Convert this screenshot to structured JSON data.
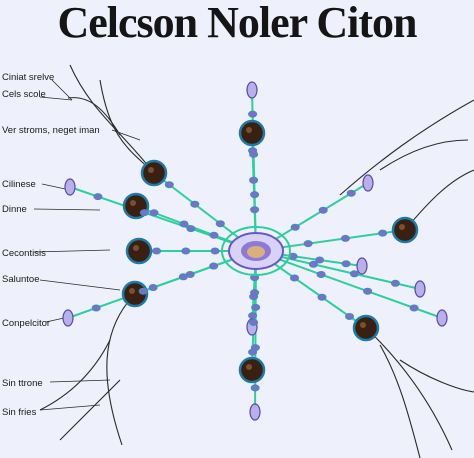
{
  "title": "Celcson Noler Citon",
  "colors": {
    "background": "#eef0fb",
    "connector": "#2ecf9c",
    "branch": "#2a2a2a",
    "node_fill": "#3a2010",
    "node_ring": "#1e7aa8",
    "nucleus": "#8c7ad9",
    "nucleus_core": "#e8b86a"
  },
  "labels": [
    "Ciniat srelve",
    "Cels scole",
    "Ver stroms, neget iman",
    "Cilinese",
    "Dinne",
    "Cecontisis",
    "Saluntoe",
    "Conpelcitor",
    "Sin ttrone",
    "Sin fries"
  ]
}
